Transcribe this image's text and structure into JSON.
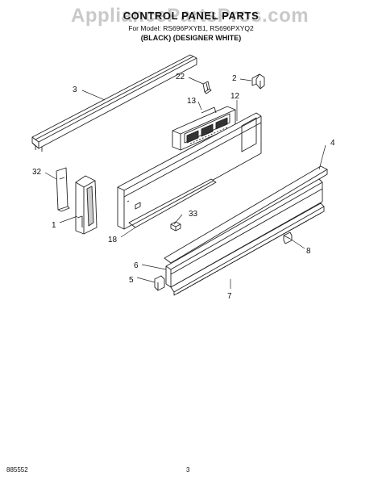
{
  "watermark": "AppliancePartsPros.com",
  "header": {
    "title": "CONTROL PANEL PARTS",
    "models": "For Model: RS696PXYB1, RS696PXYQ2",
    "finish": "(BLACK) (DESIGNER WHITE)"
  },
  "parts": {
    "p1": "1",
    "p2": "2",
    "p3": "3",
    "p4": "4",
    "p5": "5",
    "p6": "6",
    "p7": "7",
    "p8": "8",
    "p12": "12",
    "p13": "13",
    "p18": "18",
    "p22": "22",
    "p32": "32",
    "p33": "33"
  },
  "footer": {
    "doc_number": "885552",
    "page_number": "3"
  },
  "colors": {
    "line": "#222222",
    "watermark": "#c9c9c9"
  }
}
